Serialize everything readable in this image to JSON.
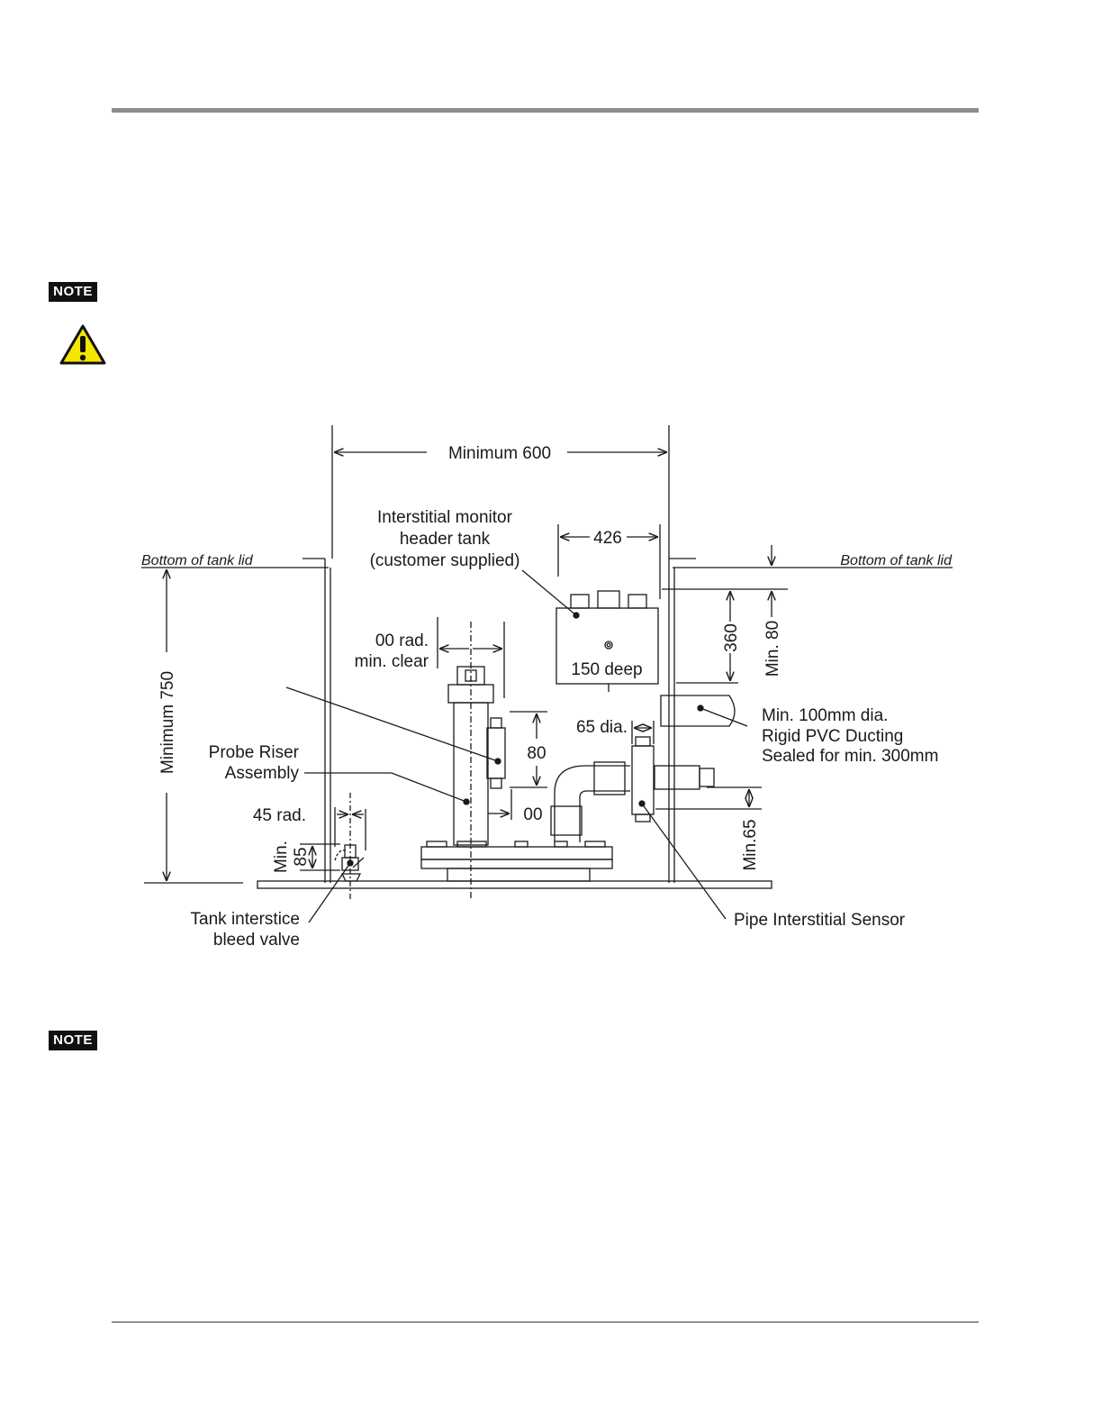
{
  "note_badges": [
    "NOTE",
    "NOTE"
  ],
  "diagram": {
    "min_600": "Minimum 600",
    "header_tank_1": "Interstitial monitor",
    "header_tank_2": "header tank",
    "header_tank_3": "(customer supplied)",
    "dim_426": "426",
    "lid_left": "Bottom of tank lid",
    "lid_right": "Bottom of tank lid",
    "rad_clear_1": "00 rad.",
    "rad_clear_2": "min. clear",
    "deep_150": "150 deep",
    "dim_360": "360",
    "min_80": "Min. 80",
    "min_750": "Minimum 750",
    "ducting_1": "Min. 100mm dia.",
    "ducting_2": "Rigid PVC Ducting",
    "ducting_3": "Sealed for min. 300mm",
    "dia_65": "65 dia.",
    "dim_80": "80",
    "probe_1": "Probe Riser",
    "probe_2": "Assembly",
    "dim_00": "00",
    "rad_45": "45 rad.",
    "min_label": "Min.",
    "dim_85": "85",
    "min_65": "Min.65",
    "bleed_1": "Tank interstice",
    "bleed_2": "bleed valve",
    "pipe_sensor": "Pipe Interstitial Sensor"
  },
  "colors": {
    "rule": "#8c8c8c",
    "warning_fill": "#f5e600"
  },
  "icons": [
    "warning-triangle-icon"
  ]
}
